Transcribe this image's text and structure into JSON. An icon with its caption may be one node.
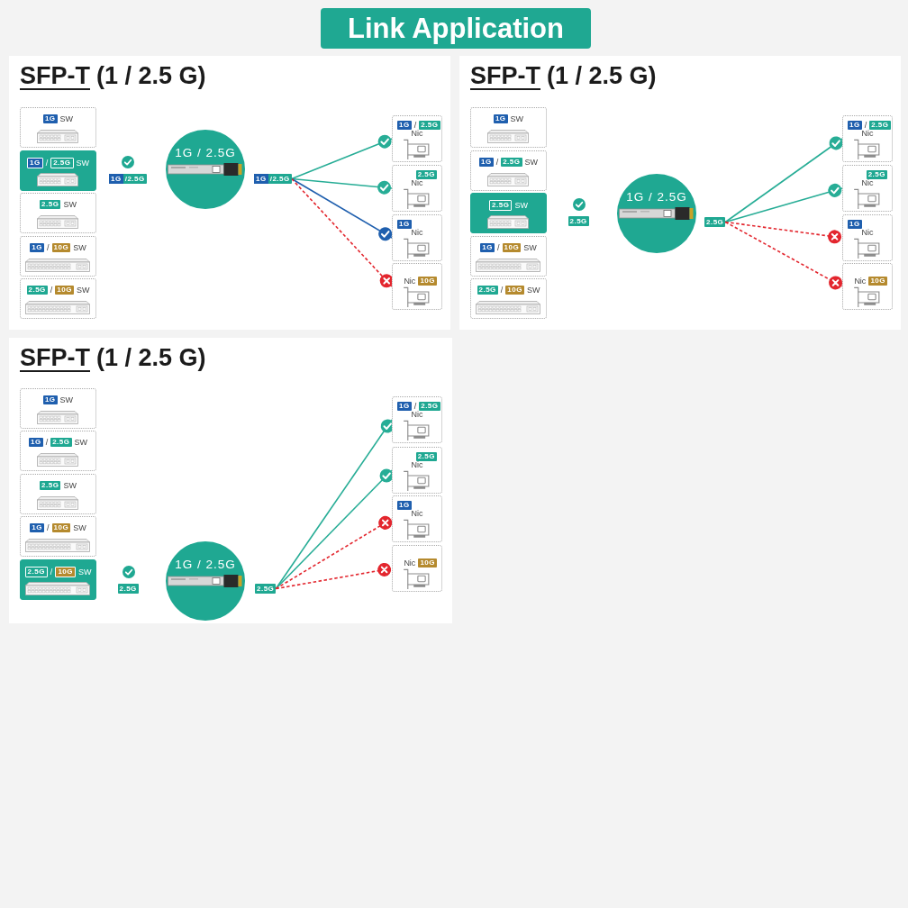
{
  "diagram": {
    "title": "Link Application",
    "nodes": [
      {
        "text": [
          "SFP-T",
          "(1 / 2.5 G)"
        ]
      },
      {
        "text": [
          "1G",
          "SW"
        ],
        "in": 0
      },
      {
        "text": [
          "1G",
          "/",
          "2.5G",
          "SW"
        ],
        "in": 0
      },
      {
        "text": [
          "2.5G",
          "SW"
        ],
        "in": 0
      },
      {
        "text": [
          "1G",
          "/",
          "10G",
          "SW"
        ],
        "in": 0
      },
      {
        "text": [
          "2.5G",
          "/",
          "10G",
          "SW"
        ],
        "in": 0
      },
      {
        "text": [
          "1G",
          "/2.5G"
        ],
        "in": 0
      },
      {
        "text": [
          "1G / 2.5G"
        ],
        "in": 0
      },
      {
        "text": [
          "1G",
          "/2.5G"
        ],
        "in": 0
      },
      {
        "text": [
          "1G",
          "/",
          "2.5G",
          "Nic"
        ],
        "in": 0
      },
      {
        "text": [
          "2.5G",
          "Nic"
        ],
        "in": 0
      },
      {
        "text": [
          "1G",
          "Nic"
        ],
        "in": 0
      },
      {
        "text": [
          "Nic",
          "10G"
        ],
        "in": 0
      },
      {
        "text": [
          "SFP-T",
          "(1 / 2.5 G)"
        ]
      },
      {
        "text": [
          "1G",
          "SW"
        ],
        "in": 13
      },
      {
        "text": [
          "1G",
          "/",
          "2.5G",
          "SW"
        ],
        "in": 13
      },
      {
        "text": [
          "2.5G",
          "SW"
        ],
        "in": 13
      },
      {
        "text": [
          "1G",
          "/",
          "10G",
          "SW"
        ],
        "in": 13
      },
      {
        "text": [
          "2.5G",
          "/",
          "10G",
          "SW"
        ],
        "in": 13
      },
      {
        "text": [
          "2.5G"
        ],
        "in": 13
      },
      {
        "text": [
          "1G / 2.5G"
        ],
        "in": 13
      },
      {
        "text": [
          "2.5G"
        ],
        "in": 13
      },
      {
        "text": [
          "1G",
          "/",
          "2.5G",
          "Nic"
        ],
        "in": 13
      },
      {
        "text": [
          "2.5G",
          "Nic"
        ],
        "in": 13
      },
      {
        "text": [
          "1G",
          "Nic"
        ],
        "in": 13
      },
      {
        "text": [
          "Nic",
          "10G"
        ],
        "in": 13
      },
      {
        "text": [
          "SFP-T",
          "(1 / 2.5 G)"
        ]
      },
      {
        "text": [
          "1G",
          "SW"
        ],
        "in": 26
      },
      {
        "text": [
          "1G",
          "/",
          "2.5G",
          "SW"
        ],
        "in": 26
      },
      {
        "text": [
          "2.5G",
          "SW"
        ],
        "in": 26
      },
      {
        "text": [
          "1G",
          "/",
          "10G",
          "SW"
        ],
        "in": 26
      },
      {
        "text": [
          "2.5G",
          "/",
          "10G",
          "SW"
        ],
        "in": 26
      },
      {
        "text": [
          "2.5G"
        ],
        "in": 26
      },
      {
        "text": [
          "1G / 2.5G"
        ],
        "in": 26
      },
      {
        "text": [
          "2.5G"
        ],
        "in": 26
      },
      {
        "text": [
          "1G",
          "/",
          "2.5G",
          "Nic"
        ],
        "in": 26
      },
      {
        "text": [
          "2.5G",
          "Nic"
        ],
        "in": 26
      },
      {
        "text": [
          "1G",
          "Nic"
        ],
        "in": 26
      },
      {
        "text": [
          "Nic",
          "10G"
        ],
        "in": 26
      }
    ],
    "edges": [
      {
        "from": 8,
        "to": 9,
        "arrow": "other"
      },
      {
        "from": 8,
        "to": 10,
        "arrow": "other"
      },
      {
        "from": 8,
        "to": 11,
        "arrow": "other",
        "color": "#1f5fae"
      },
      {
        "from": 8,
        "to": 12,
        "arrow": "other",
        "style": "dashed",
        "color": "#e3262e"
      },
      {
        "from": 21,
        "to": 22,
        "arrow": "other"
      },
      {
        "from": 21,
        "to": 23,
        "arrow": "other"
      },
      {
        "from": 21,
        "to": 24,
        "arrow": "other",
        "style": "dashed",
        "color": "#e3262e"
      },
      {
        "from": 21,
        "to": 25,
        "arrow": "other",
        "style": "dashed",
        "color": "#e3262e"
      },
      {
        "from": 34,
        "to": 35,
        "arrow": "other"
      },
      {
        "from": 34,
        "to": 36,
        "arrow": "other"
      },
      {
        "from": 34,
        "to": 37,
        "arrow": "other",
        "style": "dashed",
        "color": "#e3262e"
      },
      {
        "from": 34,
        "to": 38,
        "arrow": "other",
        "style": "dashed",
        "color": "#e3262e"
      }
    ]
  }
}
